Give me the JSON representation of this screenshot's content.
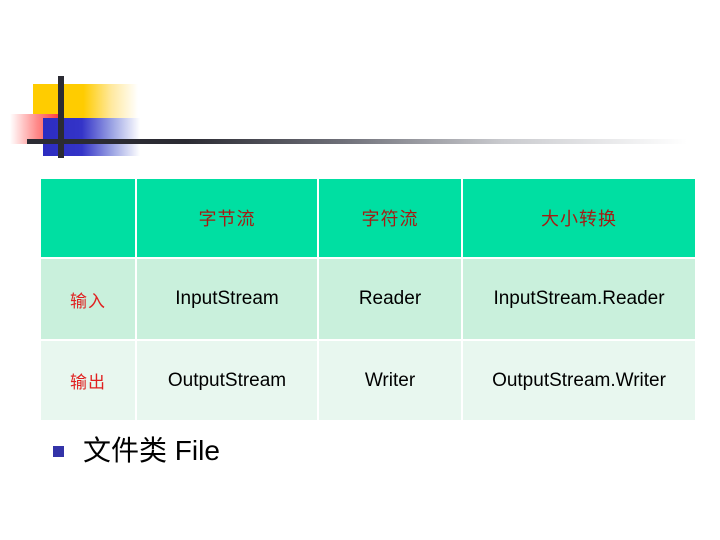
{
  "slide": {
    "decoration": {
      "yellow_color": "#FFCC00",
      "red_color": "#FF3333",
      "blue_color": "#3333C8",
      "bar_color": "#2B2B33"
    }
  },
  "table": {
    "header_bg": "#00DFA2",
    "header_text_color": "#A51B13",
    "row_bg_odd": "#C9F0DC",
    "row_bg_even": "#E8F7EF",
    "row_label_color": "#E02020",
    "columns": [
      "",
      "字节流",
      "字符流",
      "大小转换"
    ],
    "rows": [
      {
        "label": "输入",
        "cells": [
          "InputStream",
          "Reader",
          "InputStream.Reader"
        ]
      },
      {
        "label": "输出",
        "cells": [
          "OutputStream",
          "Writer",
          "OutputStream.Writer"
        ]
      }
    ]
  },
  "bullet": {
    "marker_color": "#3333A8",
    "text": "文件类 File"
  }
}
